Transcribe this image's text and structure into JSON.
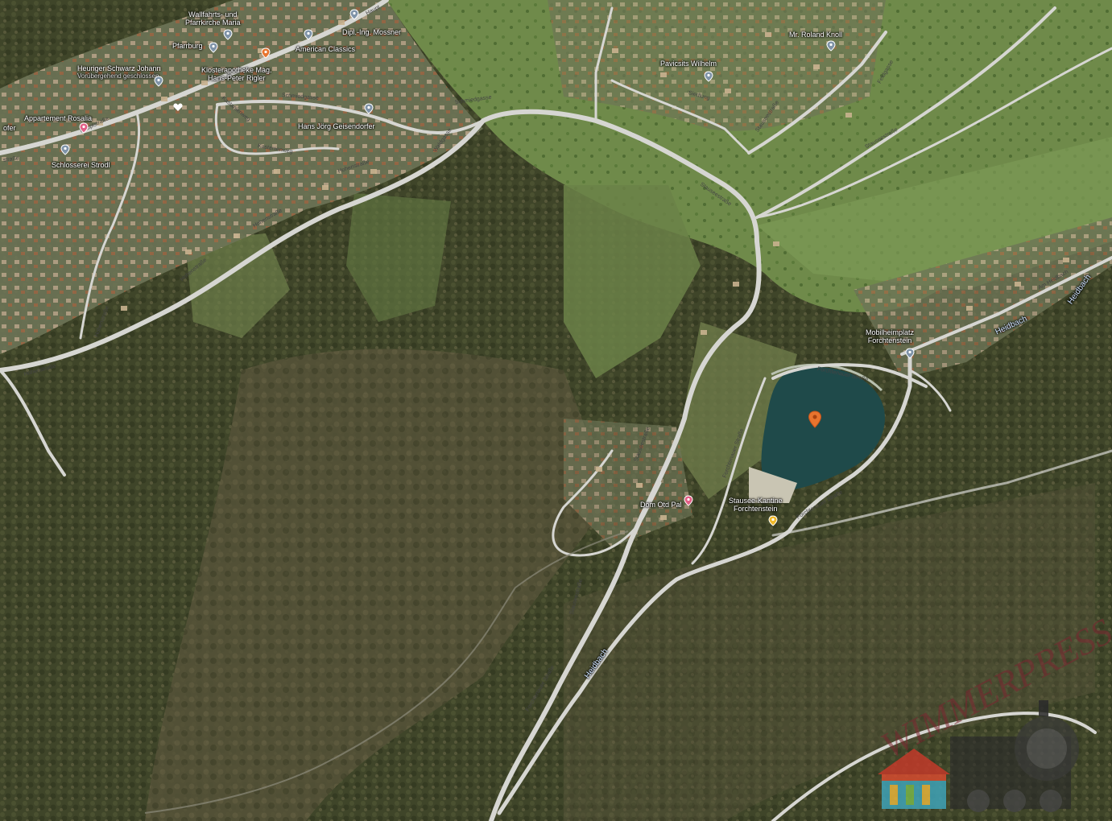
{
  "labels": {
    "wallfahrt_1": "Wallfahrts- und",
    "wallfahrt_2": "Pfarrkirche Maria",
    "pfarrburg": "Pfarrburg",
    "mossner": "Dipl.-Ing. Mossner",
    "heuriger_1": "Heuriger Schwarz Johann",
    "heuriger_2": "Vorübergehend geschlossen",
    "kloster_1": "Klosterapotheke Mag.",
    "kloster_2": "Hans-Peter Rigler",
    "american": "American Classics",
    "appartement": "Appartement Rosalia",
    "fer": "ofer",
    "schlosserei": "Schlosserei Strodl",
    "geisendorfer": "Hans Jörg Geisendorfer",
    "pavicsits": "Pavicsits Wilhelm",
    "knoll": "Mr. Roland Knoll",
    "mobilheim_1": "Mobilheimplatz",
    "mobilheim_2": "Forchtenstein",
    "kantine_1": "Stausee-Kantine",
    "kantine_2": "Forchtenstein",
    "dom": "Dom Otd Pal",
    "heidbach_1": "Heidbach",
    "heidbach_2": "Heidbach",
    "heidbach_3": "Heidbach"
  },
  "roads": {
    "hauptstrasse": "Hauptstraße",
    "hauptstrasse_top": "Haupt",
    "strasse_left": "straße",
    "schmiedgasse_1": "Schmiedgasse",
    "schmiedgasse_2": "Schmiedgasse",
    "kastanienweg_1": "Kastanienweg",
    "kastanienweg_2": "Kastanienweg",
    "hohenstrasse_1": "Hohenstraße",
    "hohenstrasse_2": "Hohenstraße",
    "hohenstrasse_3": "Hohenstraße",
    "hohenstrasse_4": "Hohenstraße",
    "hohenstrasse_5": "Hohenstraße",
    "waldgasse": "Waldgasse",
    "siedlung": "Siedlung",
    "stauseestrasse_1": "Stauseestraße",
    "stauseestrasse_2": "Stauseestraße",
    "stauseestrasse_3": "Stauseestraße",
    "stauseestrasse_4": "Stauseestraße",
    "stauseestrasse_5": "Stauseestraße",
    "forchtenau_1": "Forchtenauer Straße",
    "forchtenau_2": "Forchtenauer Straße",
    "forchtenau_3": "Forchtenauer Straße",
    "forchtenau_4": "Forchtenauer Straße",
    "am_heidbach": "Am Heidbach",
    "fasangasse": "Feldgasse"
  },
  "watermark": "WIMMERPRESS",
  "colors": {
    "forest": "#3e4429",
    "meadow": "#6f8a4a",
    "lake": "#1f4a4a",
    "road": "#d6d6d2",
    "pin_grey": "#7f93a8",
    "pin_orange": "#e8742e",
    "pin_pink": "#e25f86",
    "pin_yellow": "#f0b92a"
  }
}
